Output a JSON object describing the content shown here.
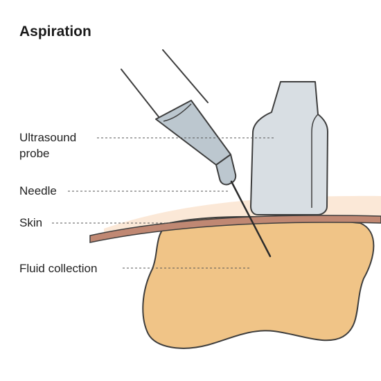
{
  "title": "Aspiration",
  "labels": {
    "probe": "Ultrasound probe",
    "needle": "Needle",
    "skin": "Skin",
    "fluid": "Fluid collection"
  },
  "colors": {
    "fluid_fill": "#f0c487",
    "skin_band": "#c08873",
    "skin_tissue": "#fbe6d3",
    "device_fill": "#d8dee3",
    "syringe_hub": "#bcc7cf",
    "outline": "#3d3d3d"
  }
}
